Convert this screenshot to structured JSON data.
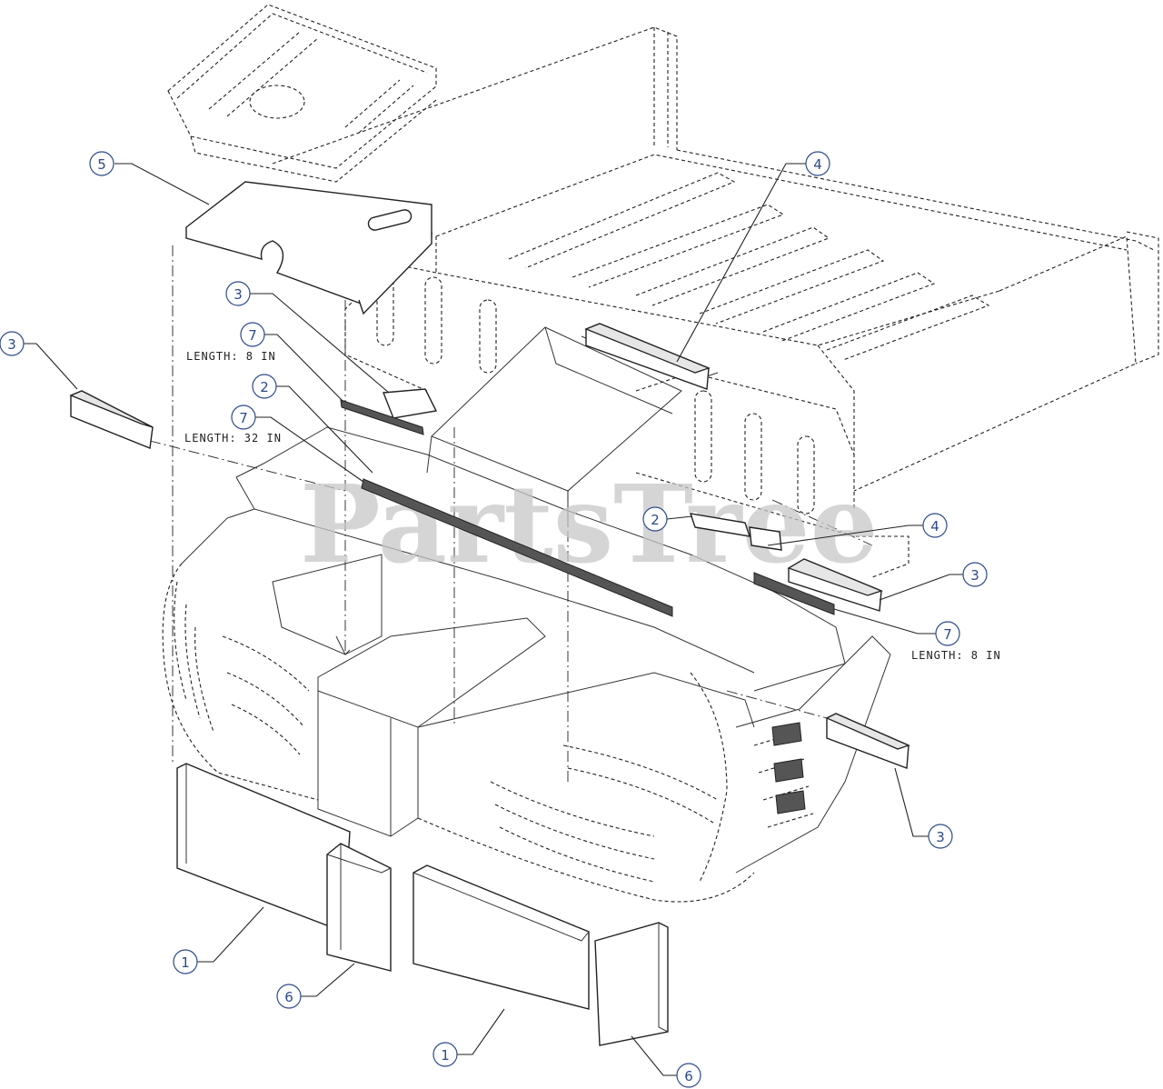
{
  "watermark": "PartsTree",
  "notes": {
    "length_8_upper": "LENGTH: 8 IN",
    "length_32": "LENGTH: 32 IN",
    "length_8_lower": "LENGTH: 8 IN"
  },
  "callouts": [
    {
      "id": "c5",
      "num": "5"
    },
    {
      "id": "c4a",
      "num": "4"
    },
    {
      "id": "c3a",
      "num": "3"
    },
    {
      "id": "c3b",
      "num": "3"
    },
    {
      "id": "c7a",
      "num": "7"
    },
    {
      "id": "c2a",
      "num": "2"
    },
    {
      "id": "c7b",
      "num": "7"
    },
    {
      "id": "c2b",
      "num": "2"
    },
    {
      "id": "c4b",
      "num": "4"
    },
    {
      "id": "c3c",
      "num": "3"
    },
    {
      "id": "c7c",
      "num": "7"
    },
    {
      "id": "c3d",
      "num": "3"
    },
    {
      "id": "c1a",
      "num": "1"
    },
    {
      "id": "c6a",
      "num": "6"
    },
    {
      "id": "c1b",
      "num": "1"
    },
    {
      "id": "c6b",
      "num": "6"
    }
  ],
  "colors": {
    "bubble": "#2d4b8a",
    "line": "#222222",
    "watermark": "#c8c8c8"
  }
}
